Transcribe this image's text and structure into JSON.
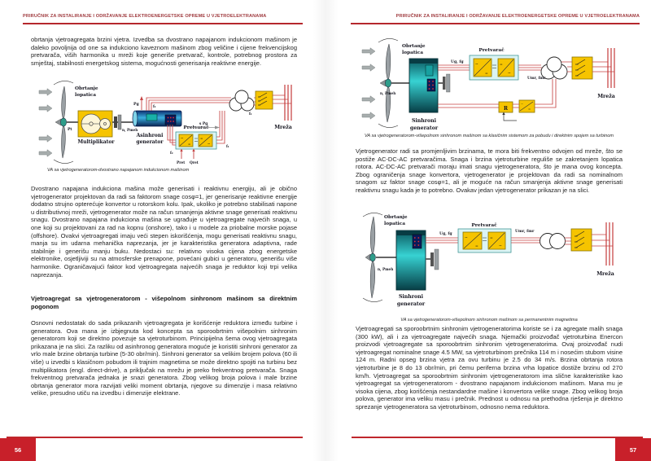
{
  "header": {
    "title": "PRIRUČNIK ZA INSTALIRANJE I ODRŽAVANJE ELEKTROENERGETSKE OPREME U VJETROELEKTRANAMA"
  },
  "icons": {
    "ac": "~",
    "dc": "="
  },
  "left_page": {
    "page_number": "56",
    "paragraph_1": "obrtanja vjetroagregata brzini vjetra. Izvedba sa dvostrano napajanom indukcionom mašinom je daleko povoljnija od one sa indukciono kaveznom mašinom zbog veličine i cijene frekvencijskog pretvarača, viših harmonika u mreži koje generiše pretvarač, kontrole, potrebnog prostora za smještaj, stabilnosti energetskog sistema, mogućnosti generisanja reaktivne energije.",
    "figure_dfig": {
      "caption": "VA sa vjetrogeneratorom-dvostrano napajanom indukcionom mašinom",
      "labels": {
        "rotation_1": "Obrtanje",
        "rotation_2": "lopatica",
        "pt": "Pt",
        "gearbox": "Multiplikator",
        "shaft": "n, Pmeh",
        "gen_1": "Asinhroni",
        "gen_2": "generator",
        "pg": "Pg",
        "f1_top": "f₁",
        "f1_mid": "f₁",
        "converter": "Pretvarač",
        "spg": "s Pg",
        "f2": "f₂",
        "f1_out": "f₁",
        "pret": "Pret",
        "qret": "Qret",
        "grid": "Mreža"
      }
    },
    "paragraph_2": "Dvostrano napajana indukciona mašina može generisati i reaktivnu energiju, ali je obično vjetrogenerator projektovan da radi sa faktorom snage cosφ=1, jer generisanje reaktivne energije dodatno strujno opterećuje konvertor u rotorskom kolu. Ipak, ukoliko je potrebno stabilisati napone u distributivnoj mreži, vjetrogenerator može na račun smanjenja aktivne snage generisati reaktivnu snagu. Dvostrano napajana indukciona mašina se ugrađuje u vjetroagregate najvećih snaga, u one koji su projektovani za rad na kopnu (onshore), tako i u modele za priobalne morske pojase (offshore). Ovakvi vjetroagregati imaju veći stepen iskorišćenja, mogu generisati reaktivnu snagu, manja su im udarna mehanička naprezanja, jer je karakteristika generatora adaptivna, rade stabilnije i generišu manju buku. Nedostaci su: relativno visoka cijena zbog energetske elektronike, osjetljiviji su na atmosferske prenapone, povećani gubici u generatoru, generišu više harmonike. Ograničavajući faktor kod vjetroagregata najvećih snaga je reduktor koji trpi velika naprezanja.",
    "heading": "Vjetroagregat sa vjetrogeneratorom - višepolnom sinhronom mašinom sa direktnim pogonom",
    "paragraph_3": "Osnovni nedostatak do sada prikazanih vjetroagregata je korišćenje reduktora između turbine i generatora. Ova mana je izbjegnuta kod koncepta sa sporoobrtnim višepolnim sinhronim generatorom koji se direktno povezuje sa vjetroturbinom. Principijelna šema ovog vjetroagregata prikazana je na slici. Za razliku od asinhronog generatora moguće je koristiti sinhroni generator za vrlo male brzine obrtanja turbine (5-30 obr/min). Sinhroni generator sa velikim brojem polova (60 ili više) u izvedbi s klasičnom pobudom ili trajnim magnetima se može direktno spojiti na turbinu bez multiplikatora (engl. direct-drive), a priključak na mrežu je preko frekventnog pretvarača. Snaga frekventnog pretvarača jednaka je snazi generatora. Zbog velikog broja polova i male brzine obrtanja generator mora razvijati veliki moment obrtanja, njegove su dimenzije i masa relativno velike, presudno utiču na izvedbu i dimenzije elektrane."
  },
  "right_page": {
    "page_number": "57",
    "figure_classic": {
      "caption": "VA sa vjetrogeneratorom-višepolnom sinhronom mašinom sa klasičnim sistemom za pobudu i direktnim spojem sa turbinom",
      "labels": {
        "rotation_1": "Obrtanje",
        "rotation_2": "lopatica",
        "shaft": "n, Pmeh",
        "gen_1": "Sinhroni",
        "gen_2": "generator",
        "ugfg": "Ug, fg",
        "converter": "Pretvarač",
        "umrfmr": "Umr, fmr",
        "resistor": "R",
        "grid": "Mreža"
      }
    },
    "paragraph_1": "Vjetrogenerator radi sa promjenljivim brzinama, te mora biti frekventno odvojen od mreže, što se postiže AC-DC-AC pretvaračima. Snaga i brzina vjetroturbine reguliše se zakretanjem lopatica rotora. AC-DC-AC pretvarači moraju imati snagu vjetrogeneratora, što je mana ovog koncepta. Zbog ograničenja snage konvertora, vjetrogenerator je projektovan da radi sa nominalnom snagom uz faktor snage cosφ=1, ali je moguće na račun smanjenja aktivne snage generisati reaktivnu snagu kada je to potrebno. Ovakav jedan vjetrogenerator prikazan je na slici.",
    "figure_pm": {
      "caption": "VA sa vjetrogeneratorom-višepolnom sinhronom mašinom sa permanentnim magnetima",
      "labels": {
        "rotation_1": "Obrtanje",
        "rotation_2": "lopatica",
        "shaft": "n, Pmeh",
        "gen_1": "Sinhroni",
        "gen_2": "generator",
        "ugfg": "Ug, fg",
        "converter": "Pretvarač",
        "umrfmr": "Umr, fmr",
        "grid": "Mreža"
      }
    },
    "paragraph_2": "Vjetroagregati sa sporoobrtnim sinhronim vjetrogeneratorima koriste se i za agregate malih snaga (300 kW), ali i za vjetroagregate najvećih snaga. Njemački proizvođač vjetroturbina Enercon proizvodi vjetroagregate sa sporoobrtnim sinhronim vjetrogeneratorima. Ovaj proizvođač nudi vjetroagregat nominalne snage 4.5 MW, sa vjetroturbinom prečnika 114 m i nosećim stubom visine 124 m. Radni opseg brzina vjetra za ovu turbinu je 2.5 do 34 m/s. Brzina obrtanja rotora vjetroturbine je 8 do 13 obr/min, pri čemu periferna brzina vrha lopatice dostiže brzinu od 270 km/h. Vjetroagregat sa sporoobrtnim sinhronim vjetrogeneratorom ima slične karakteristike kao vjetroagregat sa vjetrogeneratorom - dvostrano napajanom indukcionom mašinom. Mana mu je visoka cijena, zbog korišćenja nestandardne mašine i konvertora velike snage. Zbog velikog broja polova, generator ima veliku masu i prečnik. Prednost u odnosu na prethodna rješenja je direktno sprezanje vjetrogeneratora sa vjetroturbinom, odnosno nema reduktora."
  }
}
